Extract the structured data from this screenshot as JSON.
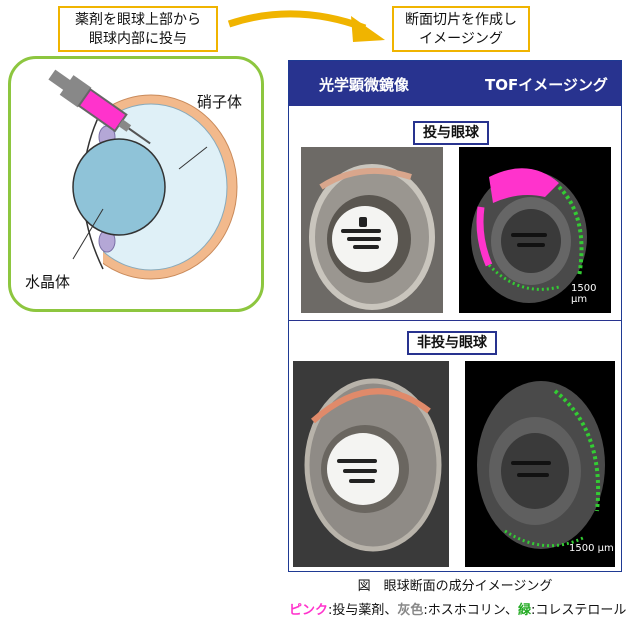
{
  "callout_left": {
    "line1": "薬剤を眼球上部から",
    "line2": "眼球内部に投与"
  },
  "callout_right": {
    "line1": "断面切片を作成し",
    "line2": "イメージング"
  },
  "eye_diagram": {
    "vitreous_label": "硝子体",
    "lens_label": "水晶体"
  },
  "header": {
    "optical": "光学顕微鏡像",
    "tof": "TOFイメージング"
  },
  "sections": {
    "treated": "投与眼球",
    "untreated": "非投与眼球"
  },
  "scale_bar": {
    "treated": "1500 μm",
    "untreated": "1500 μm"
  },
  "caption": "図　眼球断面の成分イメージング",
  "legend": {
    "pink_term": "ピンク",
    "pink_desc": ":投与薬剤、",
    "gray_term": "灰色",
    "gray_desc": ":ホスホコリン、",
    "green_term": "緑",
    "green_desc": ":コレステロール"
  },
  "colors": {
    "accent_orange": "#f0b400",
    "panel_green": "#8dc63f",
    "header_navy": "#28338f",
    "drug_pink": "#ff33cc",
    "cholesterol_green": "#22aa22"
  }
}
